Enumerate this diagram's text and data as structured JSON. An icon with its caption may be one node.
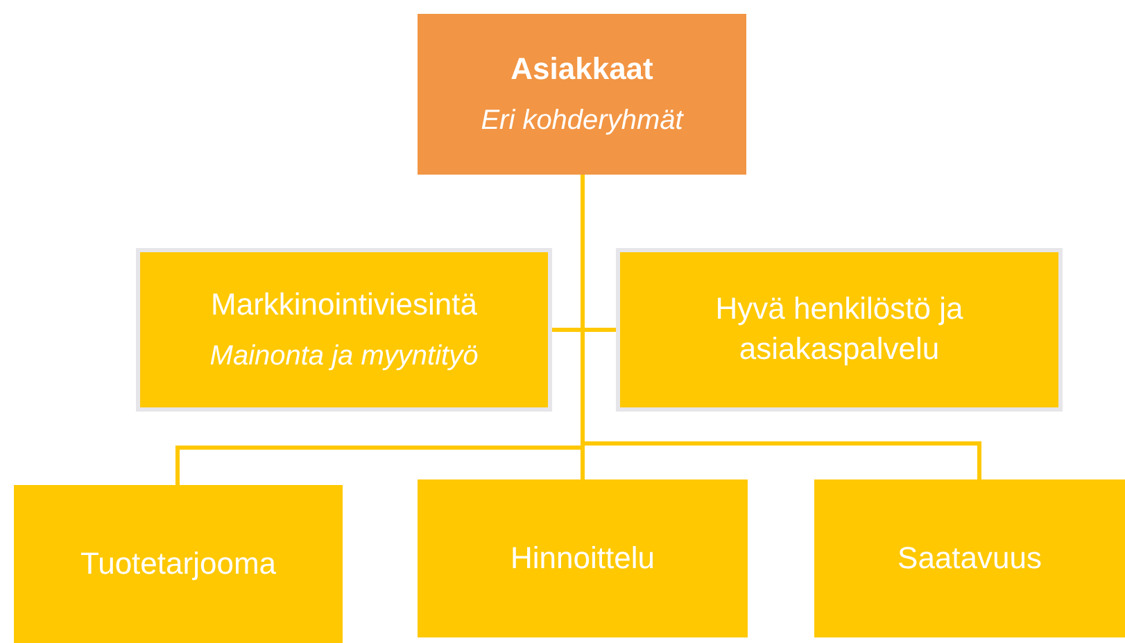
{
  "diagram": {
    "nodes": [
      {
        "text": [
          "Asiakkaat",
          "Eri kohderyhmät"
        ]
      },
      {
        "text": [
          "Markkinointiviesintä",
          "Mainonta ja myyntityö"
        ]
      },
      {
        "text": [
          "Hyvä henkilöstö ja asiakaspalvelu"
        ]
      },
      {
        "text": [
          "Tuotetarjooma"
        ]
      },
      {
        "text": [
          "Hinnoittelu"
        ]
      },
      {
        "text": [
          "Saatavuus"
        ]
      }
    ],
    "edges": [
      {
        "from": 0,
        "to": 1,
        "arrow": "none"
      },
      {
        "from": 0,
        "to": 2,
        "arrow": "none"
      },
      {
        "from": 0,
        "to": 3,
        "arrow": "none"
      },
      {
        "from": 0,
        "to": 4,
        "arrow": "none"
      },
      {
        "from": 0,
        "to": 5,
        "arrow": "none"
      }
    ]
  }
}
